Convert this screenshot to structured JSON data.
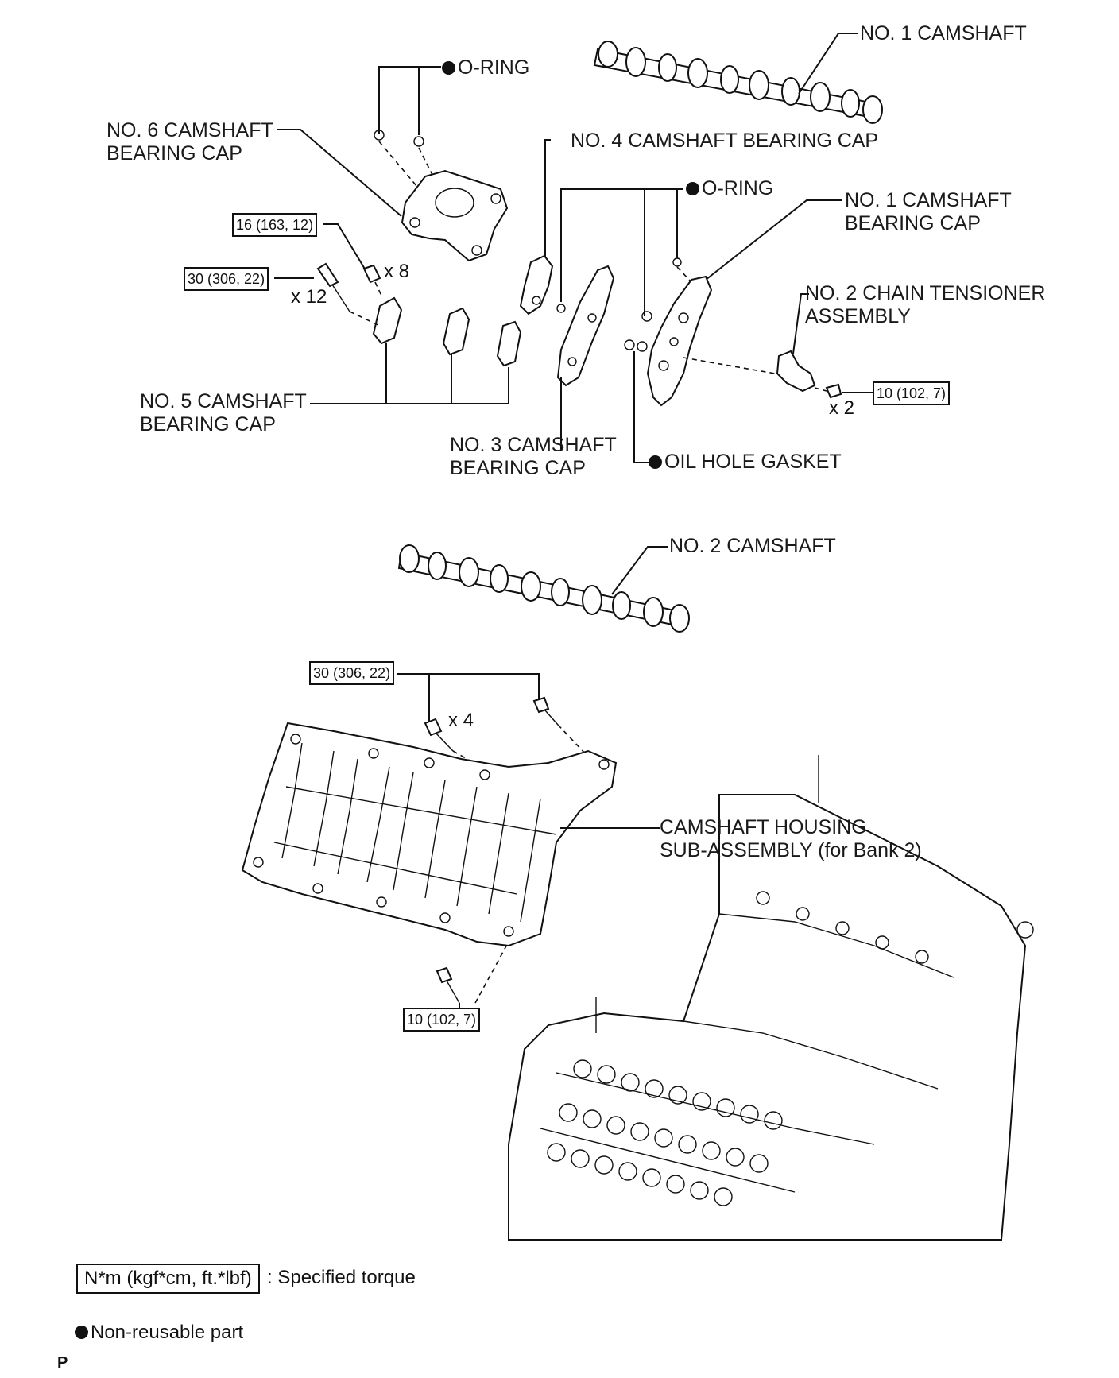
{
  "labels": {
    "no1_camshaft": "NO. 1 CAMSHAFT",
    "o_ring_top": "O-RING",
    "no6_cap_l1": "NO. 6 CAMSHAFT",
    "no6_cap_l2": "BEARING CAP",
    "no4_cap": "NO. 4 CAMSHAFT BEARING CAP",
    "o_ring_mid": "O-RING",
    "no1_cap_l1": "NO. 1 CAMSHAFT",
    "no1_cap_l2": "BEARING CAP",
    "no2_tensioner_l1": "NO. 2 CHAIN TENSIONER",
    "no2_tensioner_l2": "ASSEMBLY",
    "no5_cap_l1": "NO. 5 CAMSHAFT",
    "no5_cap_l2": "BEARING CAP",
    "no3_cap_l1": "NO. 3 CAMSHAFT",
    "no3_cap_l2": "BEARING CAP",
    "oil_hole_gasket": "OIL HOLE GASKET",
    "no2_camshaft": "NO. 2 CAMSHAFT",
    "housing_l1": "CAMSHAFT HOUSING",
    "housing_l2": "SUB-ASSEMBLY (for Bank 2)"
  },
  "torques": {
    "t_16": "16 (163, 12)",
    "t_30_caps": "30 (306, 22)",
    "t_10_tensioner": "10 (102, 7)",
    "t_30_housing": "30 (306, 22)",
    "t_10_housing": "10 (102, 7)"
  },
  "quantities": {
    "q_x8": "x 8",
    "q_x12": "x 12",
    "q_x2": "x 2",
    "q_x4": "x 4"
  },
  "legend": {
    "torque_box": "N*m (kgf*cm, ft.*lbf)",
    "torque_desc": ": Specified torque",
    "nonreusable": "Non-reusable part"
  },
  "page_mark": "P"
}
